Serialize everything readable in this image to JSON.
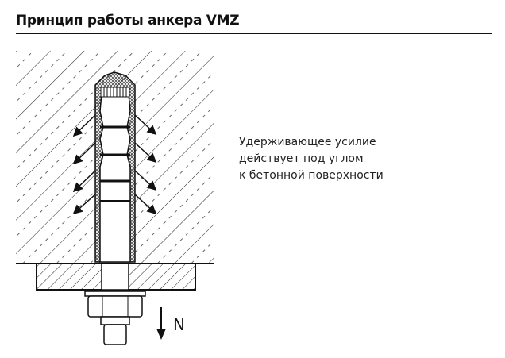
{
  "title": "Принцип работы анкера VMZ",
  "description": [
    "Удерживающее усилие",
    "действует под углом",
    "к бетонной поверхности"
  ],
  "load_label": "N"
}
